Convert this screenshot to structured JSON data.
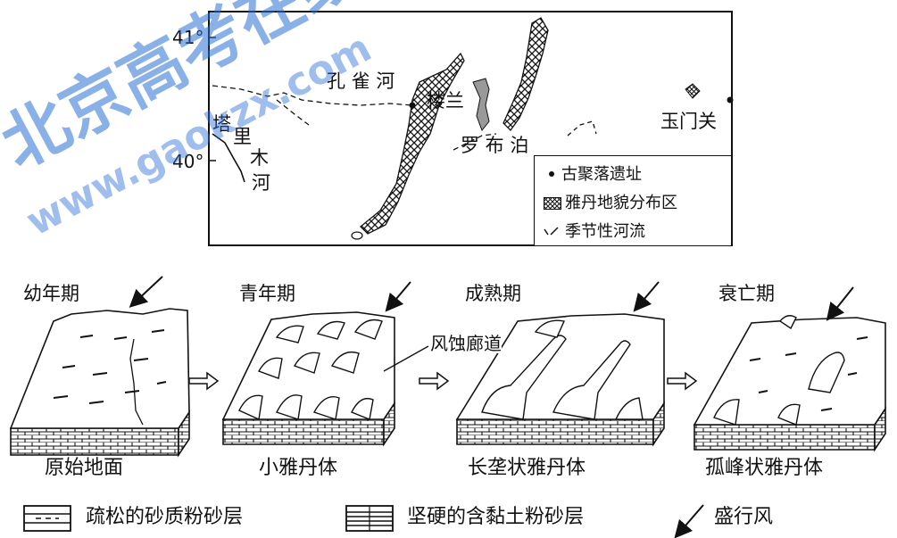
{
  "map": {
    "lat_labels": [
      "41°",
      "40°"
    ],
    "places": {
      "kongque": "孔 雀 河",
      "loulan": "楼兰",
      "luobupo": "罗 布 泊",
      "yumenguan": "玉门关",
      "tarim_1": "塔",
      "tarim_2": "里",
      "tarim_3": "木",
      "tarim_4": "河"
    },
    "legend": [
      {
        "icon": "dot-icon",
        "label": "古聚落遗址"
      },
      {
        "icon": "crosshatch-icon",
        "label": "雅丹地貌分布区"
      },
      {
        "icon": "dashed-river-icon",
        "label": "季节性河流"
      }
    ]
  },
  "stages": [
    {
      "title": "幼年期",
      "caption": "原始地面"
    },
    {
      "title": "青年期",
      "caption": "小雅丹体"
    },
    {
      "title": "成熟期",
      "caption": "长垄状雅丹体"
    },
    {
      "title": "衰亡期",
      "caption": "孤峰状雅丹体"
    }
  ],
  "annotation": "风蚀廊道",
  "bottom_legend": [
    {
      "icon": "loose-sand-layer-icon",
      "label": "疏松的砂质粉砂层"
    },
    {
      "icon": "hard-clay-layer-icon",
      "label": "坚硬的含黏土粉砂层"
    },
    {
      "icon": "prevailing-wind-arrow-icon",
      "label": "盛行风"
    }
  ],
  "watermark": {
    "text": "北京高考在线",
    "url": "www.gaokzx.com",
    "color": "#2a6fd6"
  }
}
